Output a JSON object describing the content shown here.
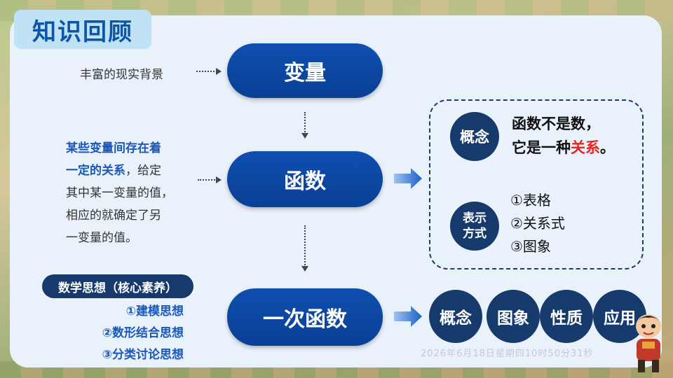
{
  "title": "知识回顾",
  "flow": {
    "variable": "变量",
    "function": "函数",
    "linear_function": "一次函数"
  },
  "source_text": "丰富的现实背景",
  "definition": {
    "blue_part_1": "某些变量间存在着",
    "blue_part_2": "一定的关系",
    "rest_1": "，给定",
    "rest_2": "其中某一变量的值，",
    "rest_3": "相应的就确定了另",
    "rest_4": "一变量的值。"
  },
  "concept": {
    "circle_label": "概念",
    "line1": "函数不是数，",
    "line2_prefix": "它是一种",
    "line2_red": "关系",
    "line2_suffix": "。"
  },
  "representation": {
    "circle_line1": "表示",
    "circle_line2": "方式",
    "items": [
      "①表格",
      "②关系式",
      "③图象"
    ]
  },
  "linear_aspects": [
    "概念",
    "图象",
    "性质",
    "应用"
  ],
  "math_thought": {
    "title": "数学思想（核心素养）",
    "items": [
      "①建模思想",
      "②数形结合思想",
      "③分类讨论思想"
    ]
  },
  "watermark": "2026年6月18日星期四10时50分31秒",
  "colors": {
    "primary_blue": "#0f4fb0",
    "dark_navy": "#163a6c",
    "accent_red": "#e8231e",
    "text_blue": "#1a57b8",
    "panel_bg": "#e9f2fb"
  }
}
